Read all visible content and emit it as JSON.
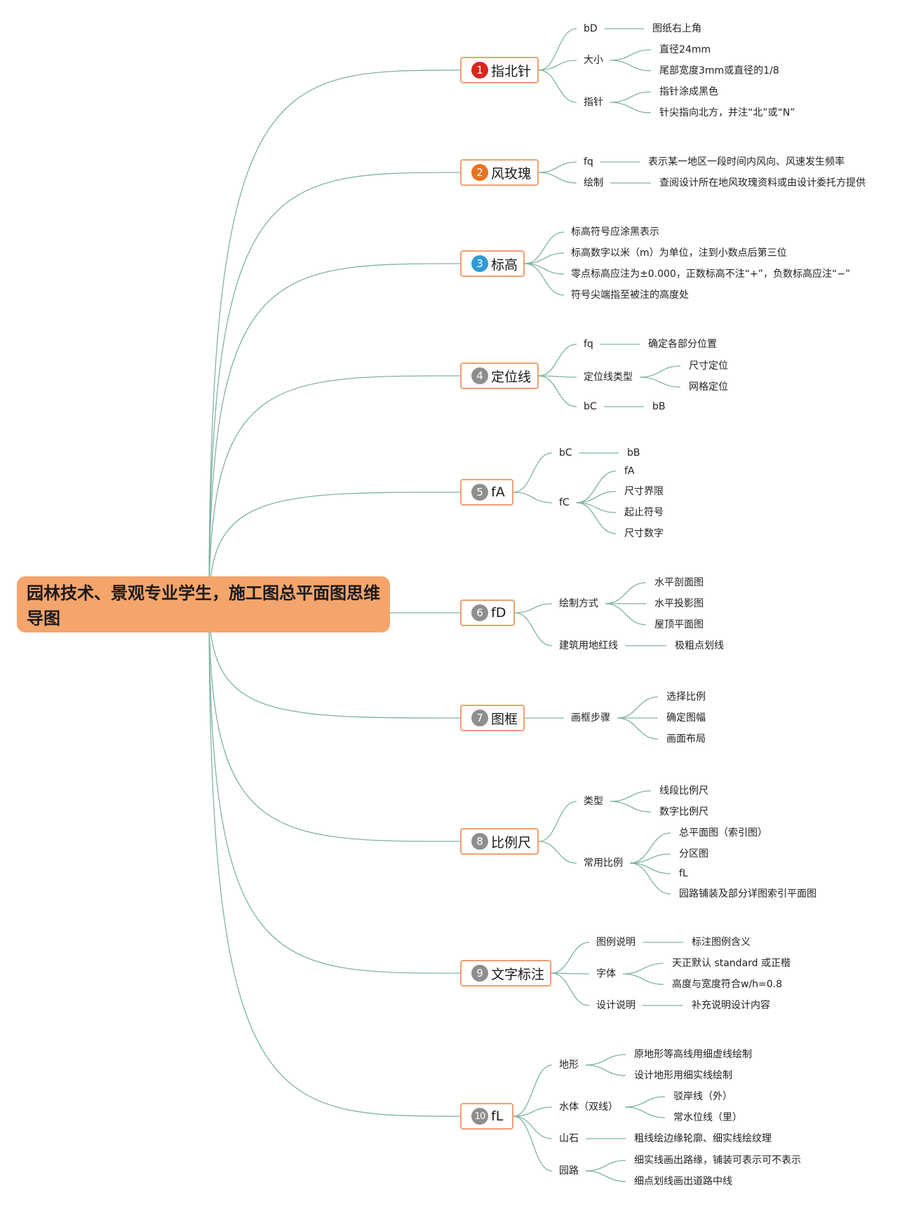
{
  "root": {
    "title": "园林技术、景观专业学生，施工图总平面图思维导图"
  },
  "colors": {
    "root_fill": "#f4a56b",
    "topic_border": "#f0a070",
    "link": "#7fb3a1",
    "badge_1": "#d9281e",
    "badge_2": "#e8731f",
    "badge_3": "#2f9bd6",
    "badge_other": "#8e8e8e"
  },
  "branches": [
    {
      "num": "1",
      "label": "指北针",
      "children": [
        {
          "label": "bD",
          "children": [
            {
              "label": "图纸右上角"
            }
          ]
        },
        {
          "label": "大小",
          "children": [
            {
              "label": "直径24mm"
            },
            {
              "label": "尾部宽度3mm或直径的1/8"
            }
          ]
        },
        {
          "label": "指针",
          "children": [
            {
              "label": "指针涂成黑色"
            },
            {
              "label": "针尖指向北方，并注“北”或“N”"
            }
          ]
        }
      ]
    },
    {
      "num": "2",
      "label": "风玫瑰",
      "children": [
        {
          "label": "fq",
          "children": [
            {
              "label": "表示某一地区一段时间内风向、风速发生频率"
            }
          ]
        },
        {
          "label": "绘制",
          "children": [
            {
              "label": "查阅设计所在地风玫瑰资料或由设计委托方提供"
            }
          ]
        }
      ]
    },
    {
      "num": "3",
      "label": "标高",
      "children": [
        {
          "label": "标高符号应涂黑表示"
        },
        {
          "label": "标高数字以米（m）为单位，注到小数点后第三位"
        },
        {
          "label": "零点标高应注为±0.000，正数标高不注“+”，负数标高应注“−”"
        },
        {
          "label": "符号尖端指至被注的高度处"
        }
      ]
    },
    {
      "num": "4",
      "label": "定位线",
      "children": [
        {
          "label": "fq",
          "children": [
            {
              "label": "确定各部分位置"
            }
          ]
        },
        {
          "label": "定位线类型",
          "children": [
            {
              "label": "尺寸定位"
            },
            {
              "label": "网格定位"
            }
          ]
        },
        {
          "label": "bC",
          "children": [
            {
              "label": "bB"
            }
          ]
        }
      ]
    },
    {
      "num": "5",
      "label": "fA",
      "children": [
        {
          "label": "bC",
          "children": [
            {
              "label": "bB"
            }
          ]
        },
        {
          "label": "fC",
          "children": [
            {
              "label": "fA"
            },
            {
              "label": "尺寸界限"
            },
            {
              "label": "起止符号"
            },
            {
              "label": "尺寸数字"
            }
          ]
        }
      ]
    },
    {
      "num": "6",
      "label": "fD",
      "children": [
        {
          "label": "绘制方式",
          "children": [
            {
              "label": "水平剖面图"
            },
            {
              "label": "水平投影图"
            },
            {
              "label": "屋顶平面图"
            }
          ]
        },
        {
          "label": "建筑用地红线",
          "children": [
            {
              "label": "极粗点划线"
            }
          ]
        }
      ]
    },
    {
      "num": "7",
      "label": "图框",
      "children": [
        {
          "label": "画框步骤",
          "children": [
            {
              "label": "选择比例"
            },
            {
              "label": "确定图幅"
            },
            {
              "label": "画面布局"
            }
          ]
        }
      ]
    },
    {
      "num": "8",
      "label": "比例尺",
      "children": [
        {
          "label": "类型",
          "children": [
            {
              "label": "线段比例尺"
            },
            {
              "label": "数字比例尺"
            }
          ]
        },
        {
          "label": "常用比例",
          "children": [
            {
              "label": "总平面图（索引图）"
            },
            {
              "label": "分区图"
            },
            {
              "label": "fL"
            },
            {
              "label": "园路铺装及部分详图索引平面图"
            }
          ]
        }
      ]
    },
    {
      "num": "9",
      "label": "文字标注",
      "children": [
        {
          "label": "图例说明",
          "children": [
            {
              "label": "标注图例含义"
            }
          ]
        },
        {
          "label": "字体",
          "children": [
            {
              "label": "天正默认 standard 或正楷"
            },
            {
              "label": "高度与宽度符合w/h=0.8"
            }
          ]
        },
        {
          "label": "设计说明",
          "children": [
            {
              "label": "补充说明设计内容"
            }
          ]
        }
      ]
    },
    {
      "num": "10",
      "label": "fL",
      "children": [
        {
          "label": "地形",
          "children": [
            {
              "label": "原地形等高线用细虚线绘制"
            },
            {
              "label": "设计地形用细实线绘制"
            }
          ]
        },
        {
          "label": "水体（双线）",
          "children": [
            {
              "label": "驳岸线（外）"
            },
            {
              "label": "常水位线（里）"
            }
          ]
        },
        {
          "label": "山石",
          "children": [
            {
              "label": "粗线绘边缘轮廓、细实线绘纹理"
            }
          ]
        },
        {
          "label": "园路",
          "children": [
            {
              "label": "细实线画出路缘，铺装可表示可不表示"
            },
            {
              "label": "细点划线画出道路中线"
            }
          ]
        }
      ]
    }
  ]
}
